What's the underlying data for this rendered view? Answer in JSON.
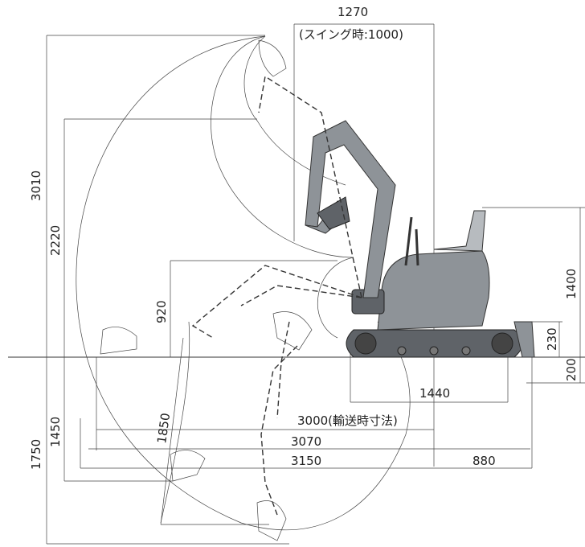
{
  "diagram": {
    "labels": {
      "top_width": "1270",
      "swing_note": "(スイング時:1000)",
      "max_dig_height": "3010",
      "max_dump_height": "2220",
      "min_front_height": "920",
      "max_dig_depth": "1750",
      "vertical_wall_depth": "1450",
      "min_swing_depth": "1850",
      "transport_length": "3000(輸送時寸法)",
      "reach_ground": "3070",
      "max_reach": "3150",
      "tail_length": "880",
      "track_length": "1440",
      "cab_height": "1400",
      "blade_lift": "230",
      "blade_drop": "200"
    },
    "colors": {
      "machine_body": "#8e9398",
      "machine_dark": "#5f6368",
      "line": "#333333"
    }
  }
}
